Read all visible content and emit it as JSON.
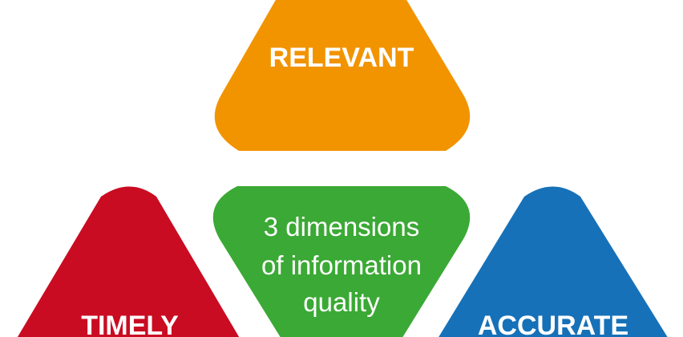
{
  "shapes": {
    "top": {
      "label": "RELEVANT",
      "color": "#F29400"
    },
    "center": {
      "lines": [
        "3 dimensions",
        "of information",
        "quality"
      ],
      "color": "#3BA935"
    },
    "left": {
      "label": "TIMELY",
      "color": "#C90C22"
    },
    "right": {
      "label": "ACCURATE",
      "color": "#1671B8"
    }
  }
}
